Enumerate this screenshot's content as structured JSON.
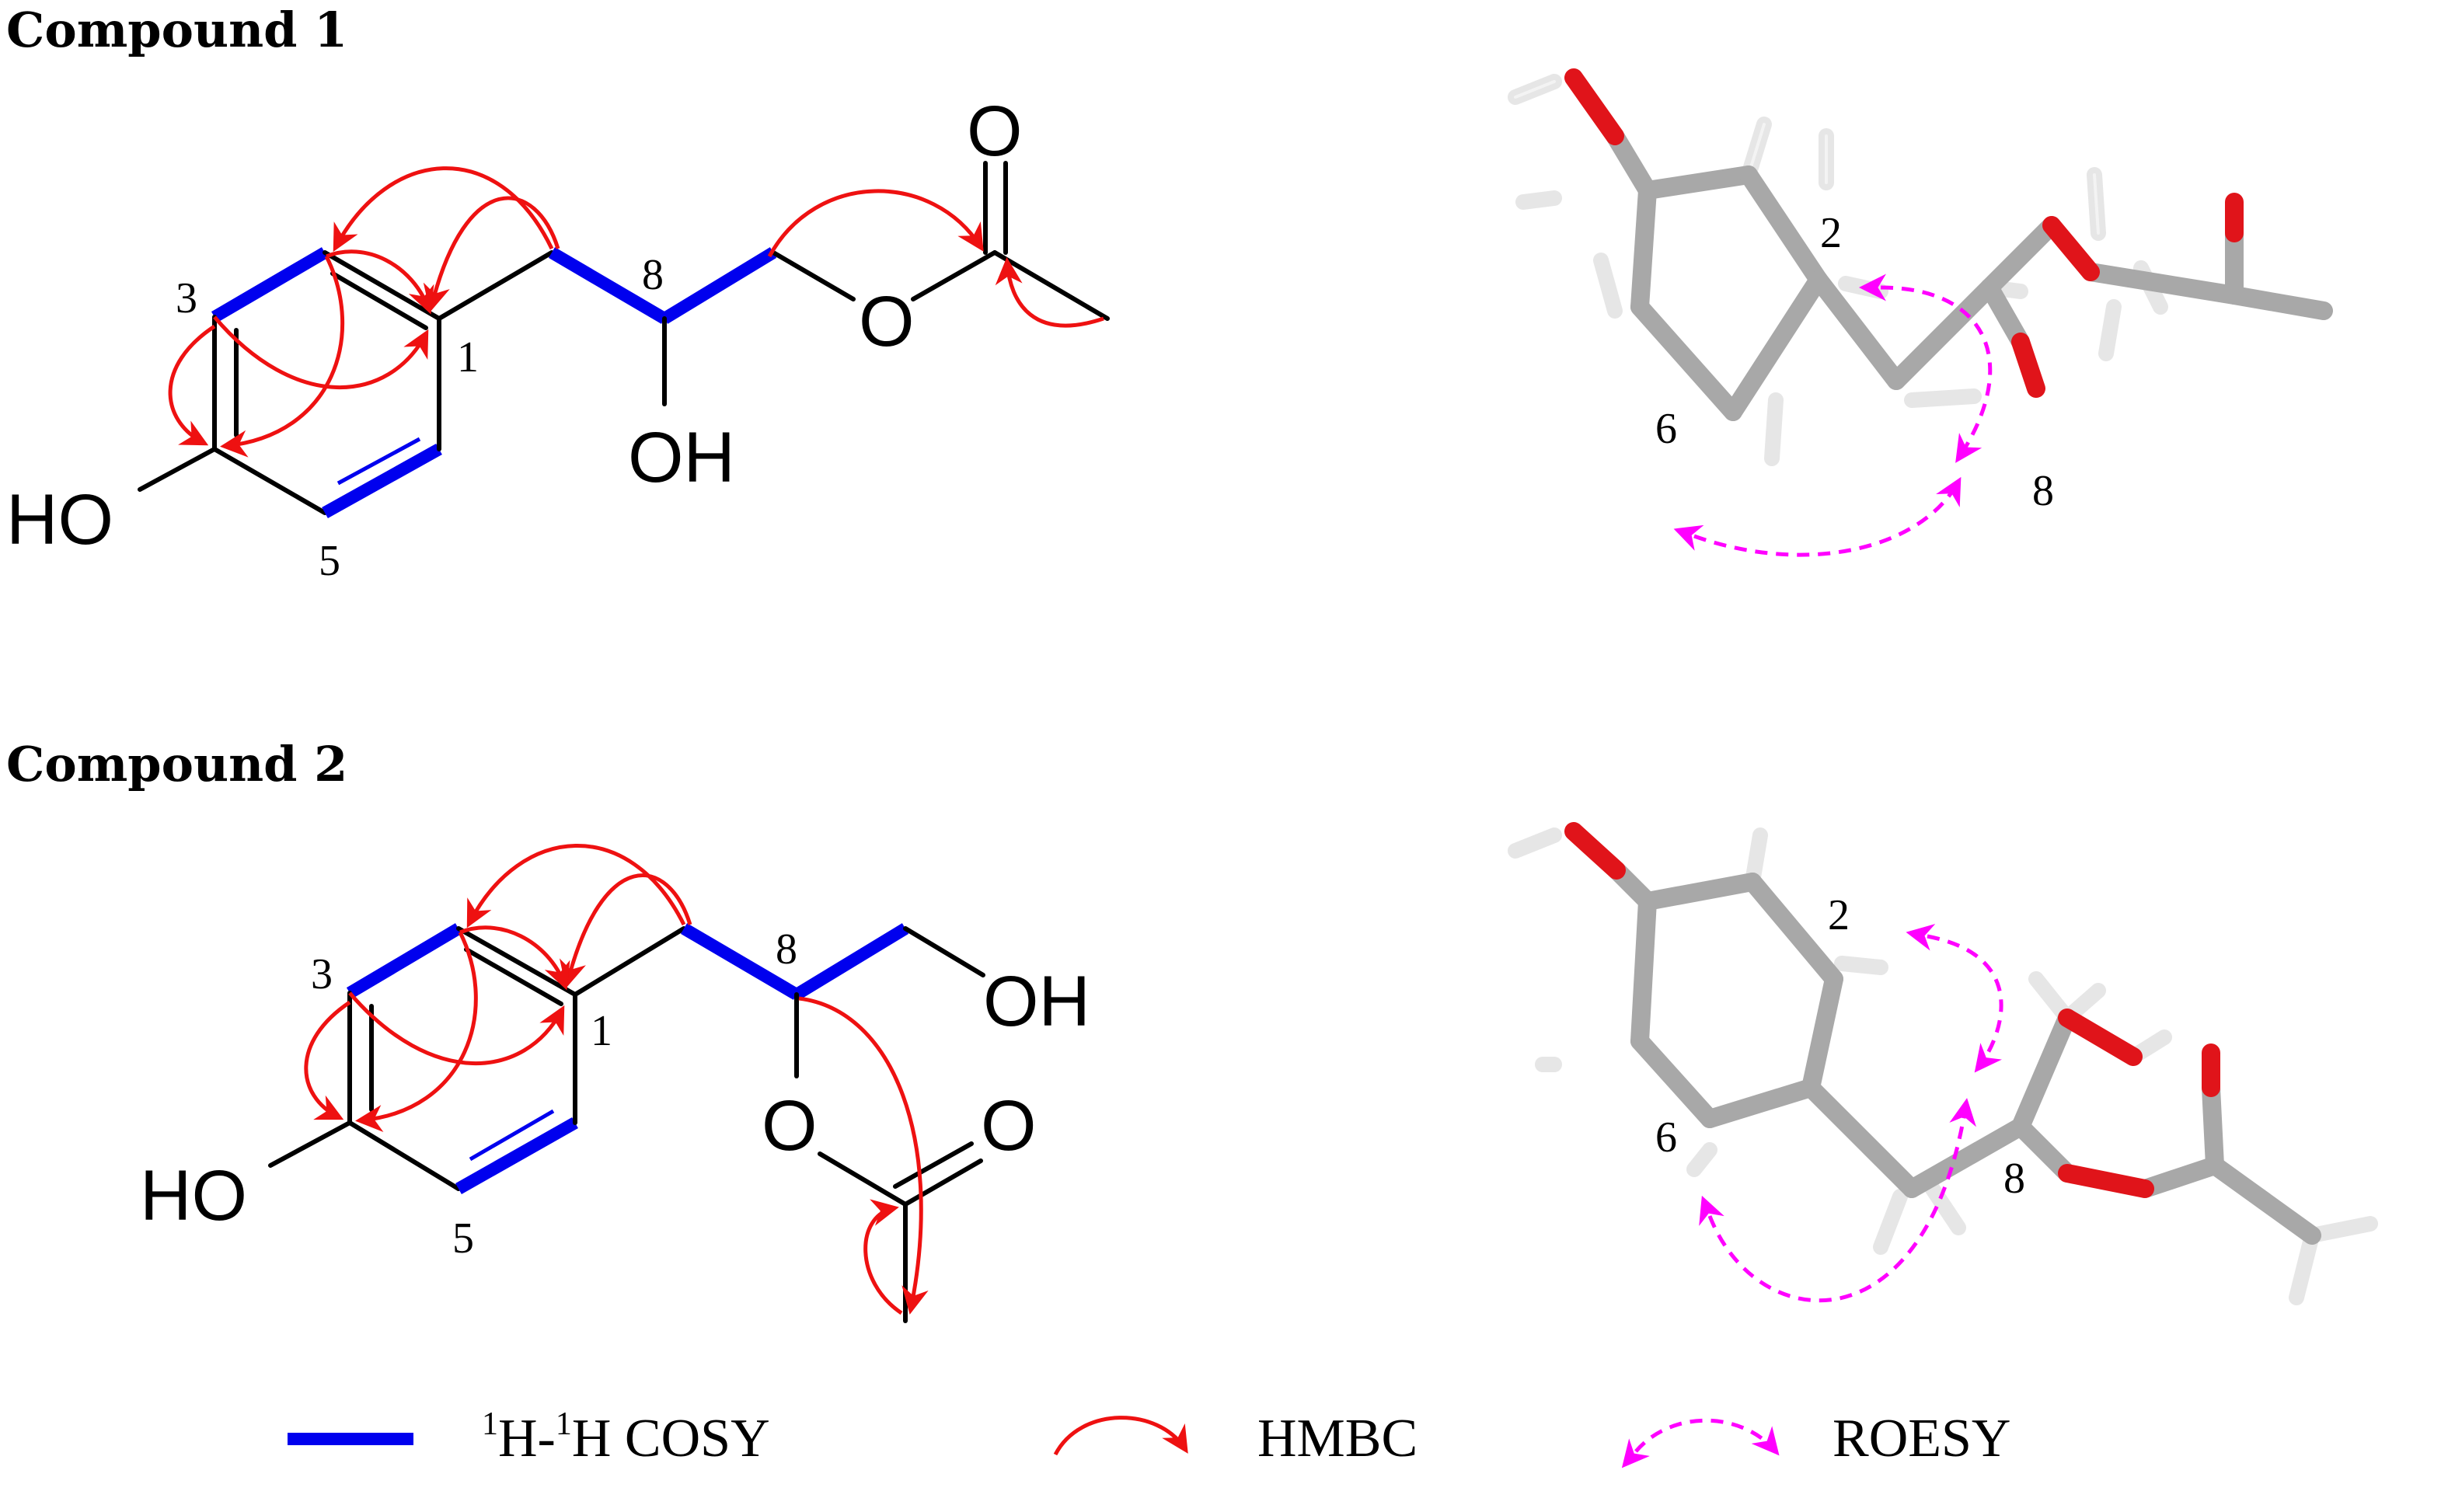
{
  "compounds": [
    {
      "title": "Compound 1",
      "labels": {
        "pos1": "1",
        "pos3": "3",
        "pos5": "5",
        "pos8": "8"
      },
      "atoms": {
        "ho": "HO",
        "oh": "OH",
        "o_ester": "O",
        "o_carbonyl": "O"
      },
      "model_labels": {
        "pos2": "2",
        "pos6": "6",
        "pos8": "8"
      }
    },
    {
      "title": "Compound 2",
      "labels": {
        "pos1": "1",
        "pos3": "3",
        "pos5": "5",
        "pos8": "8"
      },
      "atoms": {
        "ho": "HO",
        "oh": "OH",
        "o_ester": "O",
        "o_carbonyl": "O"
      },
      "model_labels": {
        "pos2": "2",
        "pos6": "6",
        "pos8": "8"
      }
    }
  ],
  "legend": {
    "cosy_sup1": "1",
    "cosy_mid": "H-",
    "cosy_sup2": "1",
    "cosy_end": "H COSY",
    "hmbc": "HMBC",
    "roesy": "ROESY"
  },
  "colors": {
    "cosy": "#0000ee",
    "hmbc": "#ee1111",
    "roesy": "#ff00ff",
    "carbon": "#a8a8a8",
    "oxygen": "#e0141a",
    "hydrogen": "#e6e6e6"
  }
}
